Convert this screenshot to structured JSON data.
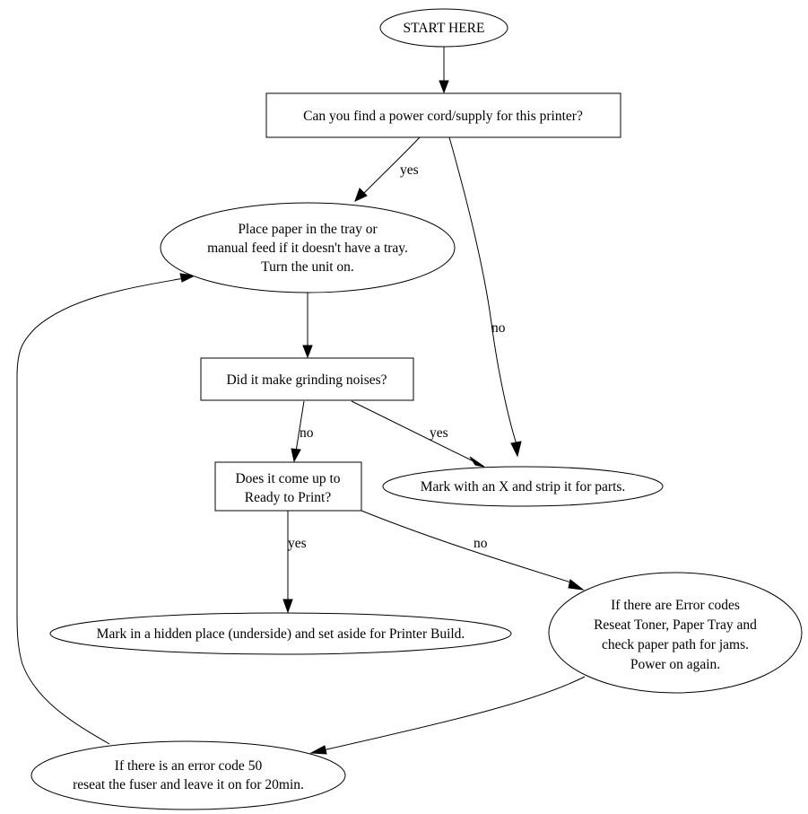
{
  "diagram": {
    "title": "Printer triage flowchart",
    "colors": {
      "background": "#ffffff",
      "stroke": "#000000",
      "text": "#000000"
    },
    "nodes": [
      {
        "id": "start",
        "shape": "ellipse",
        "lines": [
          "START HERE"
        ]
      },
      {
        "id": "power",
        "shape": "box",
        "lines": [
          "Can you find a power cord/supply for this printer?"
        ]
      },
      {
        "id": "place",
        "shape": "ellipse",
        "lines": [
          "Place paper in the tray or",
          "manual feed if it doesn't have a tray.",
          "Turn the unit on."
        ]
      },
      {
        "id": "grind",
        "shape": "box",
        "lines": [
          "Did it make grinding noises?"
        ]
      },
      {
        "id": "ready",
        "shape": "box",
        "lines": [
          "Does it come up to",
          "Ready to Print?"
        ]
      },
      {
        "id": "strip",
        "shape": "ellipse",
        "lines": [
          "Mark with an X and strip it for parts."
        ]
      },
      {
        "id": "build",
        "shape": "ellipse",
        "lines": [
          "Mark in a hidden place (underside) and set aside for Printer Build."
        ]
      },
      {
        "id": "errors",
        "shape": "ellipse",
        "lines": [
          "If there are Error codes",
          "Reseat Toner, Paper Tray and",
          "check paper path for jams.",
          "Power on again."
        ]
      },
      {
        "id": "code50",
        "shape": "ellipse",
        "lines": [
          "If there is an error code 50",
          "reseat the fuser and leave it on for 20min."
        ]
      }
    ],
    "edges": [
      {
        "from": "start",
        "to": "power",
        "label": ""
      },
      {
        "from": "power",
        "to": "place",
        "label": "yes"
      },
      {
        "from": "power",
        "to": "strip",
        "label": "no"
      },
      {
        "from": "place",
        "to": "grind",
        "label": ""
      },
      {
        "from": "grind",
        "to": "ready",
        "label": "no"
      },
      {
        "from": "grind",
        "to": "strip",
        "label": "yes"
      },
      {
        "from": "ready",
        "to": "build",
        "label": "yes"
      },
      {
        "from": "ready",
        "to": "errors",
        "label": "no"
      },
      {
        "from": "errors",
        "to": "code50",
        "label": ""
      },
      {
        "from": "code50",
        "to": "place",
        "label": ""
      }
    ]
  }
}
